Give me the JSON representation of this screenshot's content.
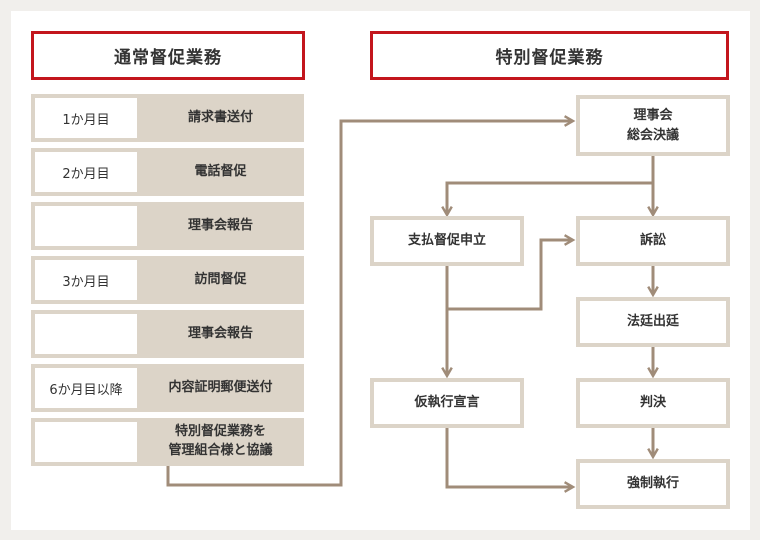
{
  "headers": {
    "regular": "通常督促業務",
    "special": "特別督促業務"
  },
  "regular_steps": [
    {
      "period": "1か月目",
      "action": [
        "請求書送付"
      ]
    },
    {
      "period": "2か月目",
      "action": [
        "電話督促"
      ]
    },
    {
      "period": "",
      "action": [
        "理事会報告"
      ]
    },
    {
      "period": "3か月目",
      "action": [
        "訪問督促"
      ]
    },
    {
      "period": "",
      "action": [
        "理事会報告"
      ]
    },
    {
      "period": "6か月目以降",
      "action": [
        "内容証明郵便送付"
      ]
    },
    {
      "period": "",
      "action": [
        "特別督促業務を",
        "管理組合様と協議"
      ]
    }
  ],
  "special_steps": {
    "resolution": [
      "理事会",
      "総会決議"
    ],
    "payment_order": "支払督促申立",
    "lawsuit": "訴訟",
    "court": "法廷出廷",
    "judgment": "判決",
    "provisional": "仮執行宣言",
    "enforcement": "強制執行"
  },
  "colors": {
    "header_border": "#c3161d",
    "box_fill": "#dcd4c8",
    "connector": "#a08c79"
  }
}
